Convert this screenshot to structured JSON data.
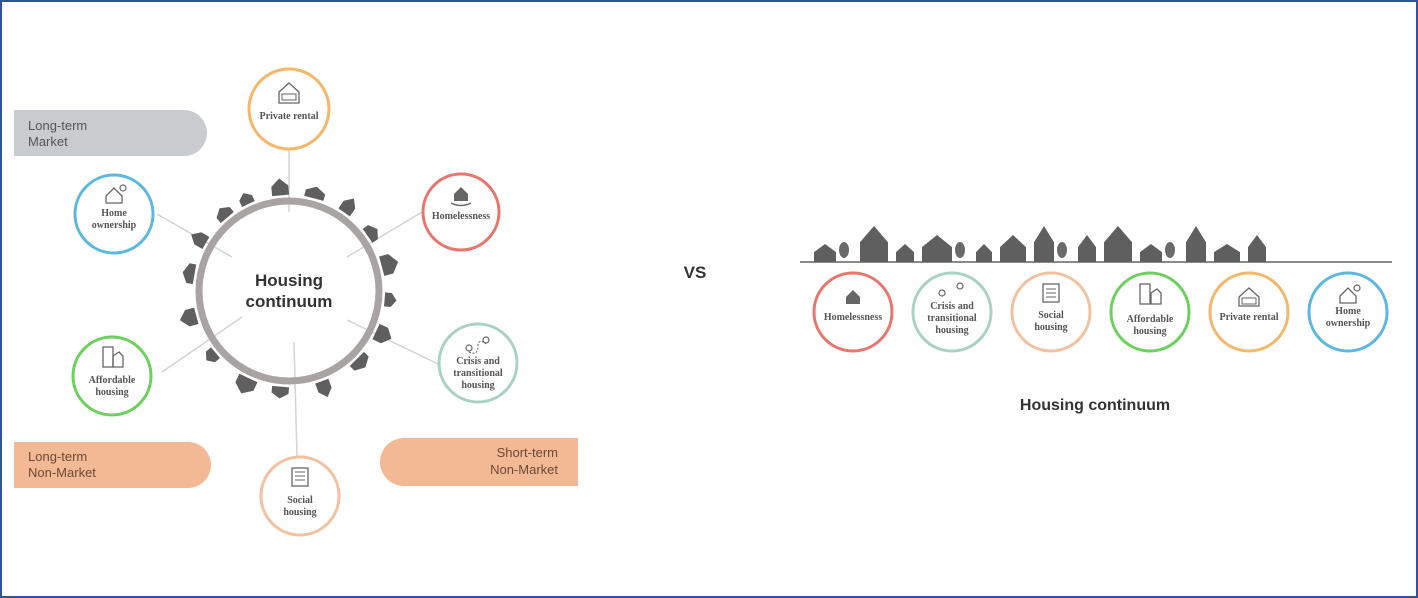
{
  "left": {
    "center_title_line1": "Housing",
    "center_title_line2": "continuum",
    "nodes": [
      {
        "id": "private-rental",
        "lines": [
          "Private rental"
        ],
        "color": "#f5b86a",
        "icon": "rent-sign-icon"
      },
      {
        "id": "homelessness",
        "lines": [
          "Homelessness"
        ],
        "color": "#e8756e",
        "icon": "house-hand-icon"
      },
      {
        "id": "crisis",
        "lines": [
          "Crisis and",
          "transitional",
          "housing"
        ],
        "color": "#a9d1c4",
        "icon": "route-pin-icon"
      },
      {
        "id": "social",
        "lines": [
          "Social",
          "housing"
        ],
        "color": "#f3c0a0",
        "icon": "apartment-building-icon"
      },
      {
        "id": "affordable",
        "lines": [
          "Affordable",
          "housing"
        ],
        "color": "#6cd05e",
        "icon": "buildings-icon"
      },
      {
        "id": "home-ownership",
        "lines": [
          "Home",
          "ownership"
        ],
        "color": "#5cb8e0",
        "icon": "house-key-icon"
      }
    ],
    "labels": {
      "long_term_market": [
        "Long-term",
        "Market"
      ],
      "long_term_non_market": [
        "Long-term",
        "Non-Market"
      ],
      "short_term_non_market": [
        "Short-term",
        "Non-Market"
      ]
    }
  },
  "vs": "VS",
  "right": {
    "title": "Housing continuum",
    "nodes": [
      {
        "id": "homelessness",
        "lines": [
          "Homelessness"
        ],
        "color": "#e8756e"
      },
      {
        "id": "crisis",
        "lines": [
          "Crisis and",
          "transitional",
          "housing"
        ],
        "color": "#a9d1c4"
      },
      {
        "id": "social",
        "lines": [
          "Social",
          "housing"
        ],
        "color": "#f3c0a0"
      },
      {
        "id": "affordable",
        "lines": [
          "Affordable",
          "housing"
        ],
        "color": "#6cd05e"
      },
      {
        "id": "private-rental",
        "lines": [
          "Private rental"
        ],
        "color": "#f5b86a"
      },
      {
        "id": "home-ownership",
        "lines": [
          "Home",
          "ownership"
        ],
        "color": "#5cb8e0"
      }
    ]
  },
  "colors": {
    "frame": "#2f5597",
    "market_band": "#c9ccce",
    "non_market_band": "#f3b894",
    "ring": "#a8a4a3",
    "text": "#333333"
  }
}
